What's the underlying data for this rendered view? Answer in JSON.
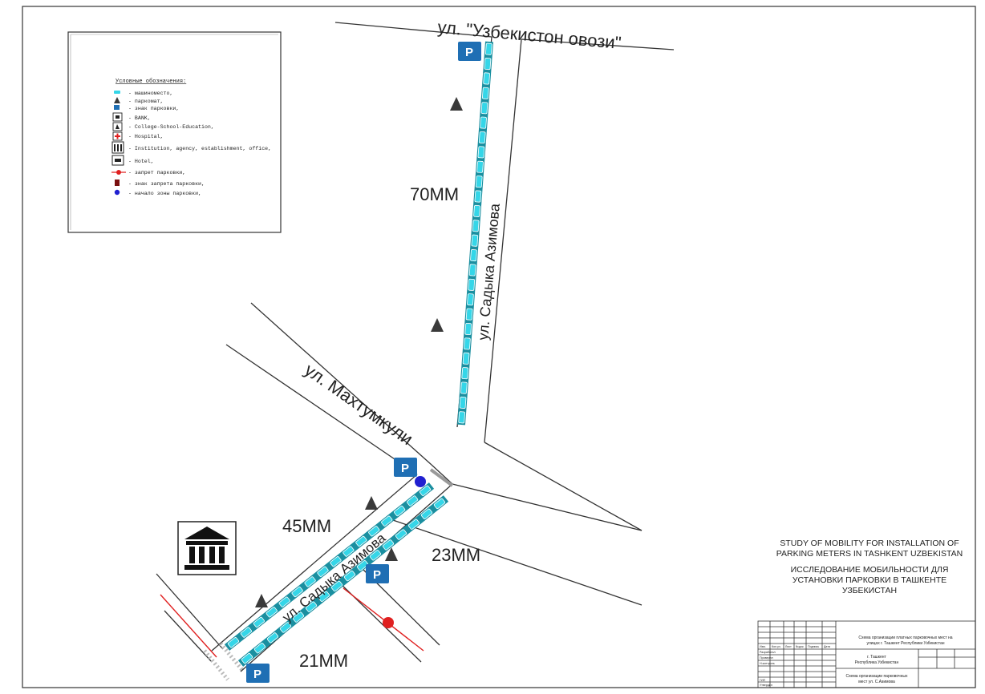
{
  "streets": {
    "top": "ул. \"Узбекистон овози\"",
    "vertical": "ул. Садыка Азимова",
    "diagonal": "ул. Махтумкули",
    "lower": "ул. Садыка Азимова"
  },
  "measurements": {
    "m70": "70ММ",
    "m45": "45ММ",
    "m23": "23ММ",
    "m21": "21ММ"
  },
  "parking_sign_letter": "P",
  "legend": {
    "title": "Условные обозначения:",
    "items": [
      {
        "symbol": "space",
        "text": "- машиноместо,"
      },
      {
        "symbol": "meter",
        "text": "- паркомат,"
      },
      {
        "symbol": "zone-sign",
        "text": "- знак парковки,"
      },
      {
        "symbol": "bank",
        "text": "- BANK,"
      },
      {
        "symbol": "school",
        "text": "- College-School-Education,"
      },
      {
        "symbol": "hospital",
        "text": "- Hospital,"
      },
      {
        "symbol": "institution",
        "text": "- Institution, agency, establishment, office,"
      },
      {
        "symbol": "hotel",
        "text": "- Hotel,"
      },
      {
        "symbol": "end-line",
        "text": "- запрет парковки,"
      },
      {
        "symbol": "no-parking-sign",
        "text": "- знак запрета парковки,"
      },
      {
        "symbol": "zone-point",
        "text": "- начало зоны парковки,"
      }
    ]
  },
  "project_title": {
    "en": [
      "STUDY OF MOBILITY FOR INSTALLATION OF",
      "PARKING METERS IN TASHKENT UZBEKISTAN"
    ],
    "ru": [
      "ИССЛЕДОВАНИЕ МОБИЛЬНОСТИ ДЛЯ",
      "УСТАНОВКИ ПАРКОВКИ  В ТАШКЕНТЕ",
      "УЗБЕКИСТАН"
    ]
  },
  "title_block": {
    "header_cells": [
      "Изм.",
      "Кол.уч.",
      "Лист",
      "№док.",
      "Подпись",
      "Дата"
    ],
    "roles": [
      "Разработал",
      "Проверил",
      "Н.контроль",
      "",
      "ГИП",
      "Утвердил"
    ],
    "main_title": [
      "Схема организации платных парковочных мест на",
      "улицах г. Ташкент Республики Узбекистан"
    ],
    "location": [
      "г. Ташкент",
      "Республика Узбекистан"
    ],
    "sheet_title": [
      "Схема организации парковочных",
      "мест ул. С.Азимова"
    ]
  },
  "colors": {
    "space": "#35d6e8",
    "sign": "#1f6fb4",
    "meter": "#3a3a3a",
    "zone_point": "#2020d0",
    "no_parking": "#e02020",
    "lines": "#333333"
  }
}
